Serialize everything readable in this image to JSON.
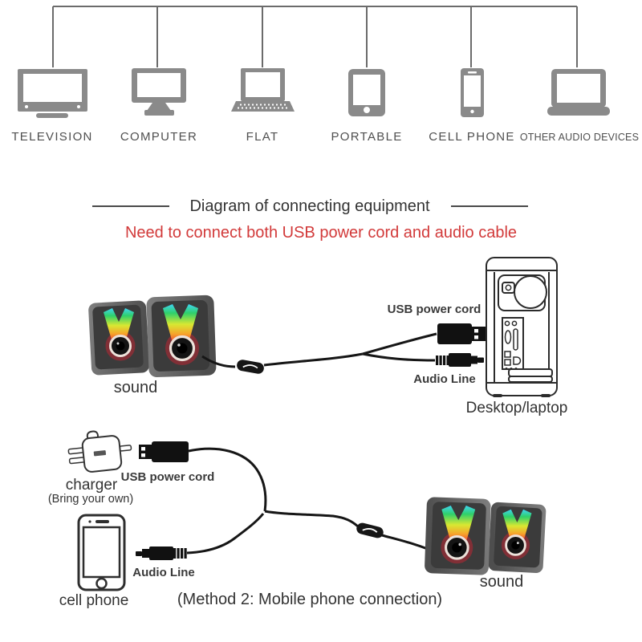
{
  "colors": {
    "accent_red": "#d23a3a",
    "icon_gray": "#8a8a8a",
    "cable_black": "#161616",
    "label_dark": "#333333",
    "label_gray": "#4f4f4f"
  },
  "compatibility": {
    "devices": [
      {
        "label": "TELEVISION",
        "icon": "television-icon"
      },
      {
        "label": "COMPUTER",
        "icon": "desktop-monitor-icon"
      },
      {
        "label": "FLAT",
        "icon": "laptop-keyboard-icon"
      },
      {
        "label": "PORTABLE",
        "icon": "tablet-icon"
      },
      {
        "label": "CELL PHONE",
        "icon": "smartphone-icon"
      },
      {
        "label": "OTHER AUDIO DEVICES",
        "icon": "laptop-icon"
      }
    ]
  },
  "heading": {
    "title": "Diagram of connecting equipment",
    "subtitle": "Need to connect both USB power cord and audio cable"
  },
  "method1": {
    "speaker_label": "sound",
    "usb_label": "USB power cord",
    "audio_label": "Audio Line",
    "device_label": "Desktop/laptop"
  },
  "method2": {
    "charger_label": "charger",
    "charger_note": "(Bring your own)",
    "usb_label": "USB power cord",
    "audio_label": "Audio Line",
    "phone_label": "cell phone",
    "speaker_label": "sound",
    "caption": "(Method 2: Mobile phone connection)"
  }
}
